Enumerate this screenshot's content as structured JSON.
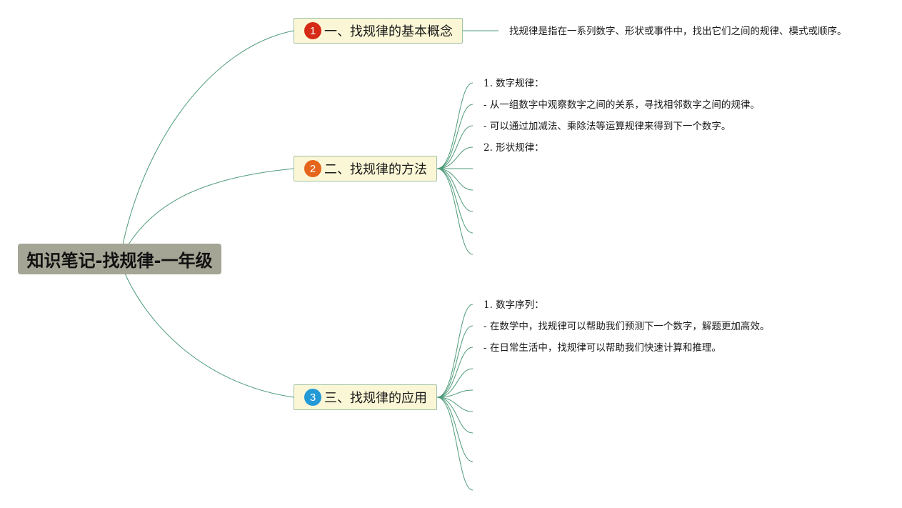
{
  "root": {
    "title": "知识笔记-找规律-一年级"
  },
  "topics": [
    {
      "number": "1",
      "label": "一、找规律的基本概念",
      "badge_color": "#d42a16",
      "items": [
        "找规律是指在一系列数字、形状或事件中，找出它们之间的规律、模式或顺序。"
      ]
    },
    {
      "number": "2",
      "label": "二、找规律的方法",
      "badge_color": "#e4651b",
      "items": [
        "1. 数字规律：",
        "- 从一组数字中观察数字之间的关系，寻找相邻数字之间的规律。",
        "- 可以通过加减法、乘除法等运算规律来得到下一个数字。",
        "2. 形状规律：",
        "",
        "",
        "",
        "",
        ""
      ]
    },
    {
      "number": "3",
      "label": "三、找规律的应用",
      "badge_color": "#2399d6",
      "items": [
        "1. 数字序列：",
        "- 在数学中，找规律可以帮助我们预测下一个数字，解题更加高效。",
        "- 在日常生活中，找规律可以帮助我们快速计算和推理。",
        "",
        "",
        "",
        "",
        "",
        ""
      ]
    }
  ],
  "colors": {
    "line": "#4f9b79",
    "topic_fill": "#fbf7d6",
    "root_fill": "#a5a596"
  }
}
